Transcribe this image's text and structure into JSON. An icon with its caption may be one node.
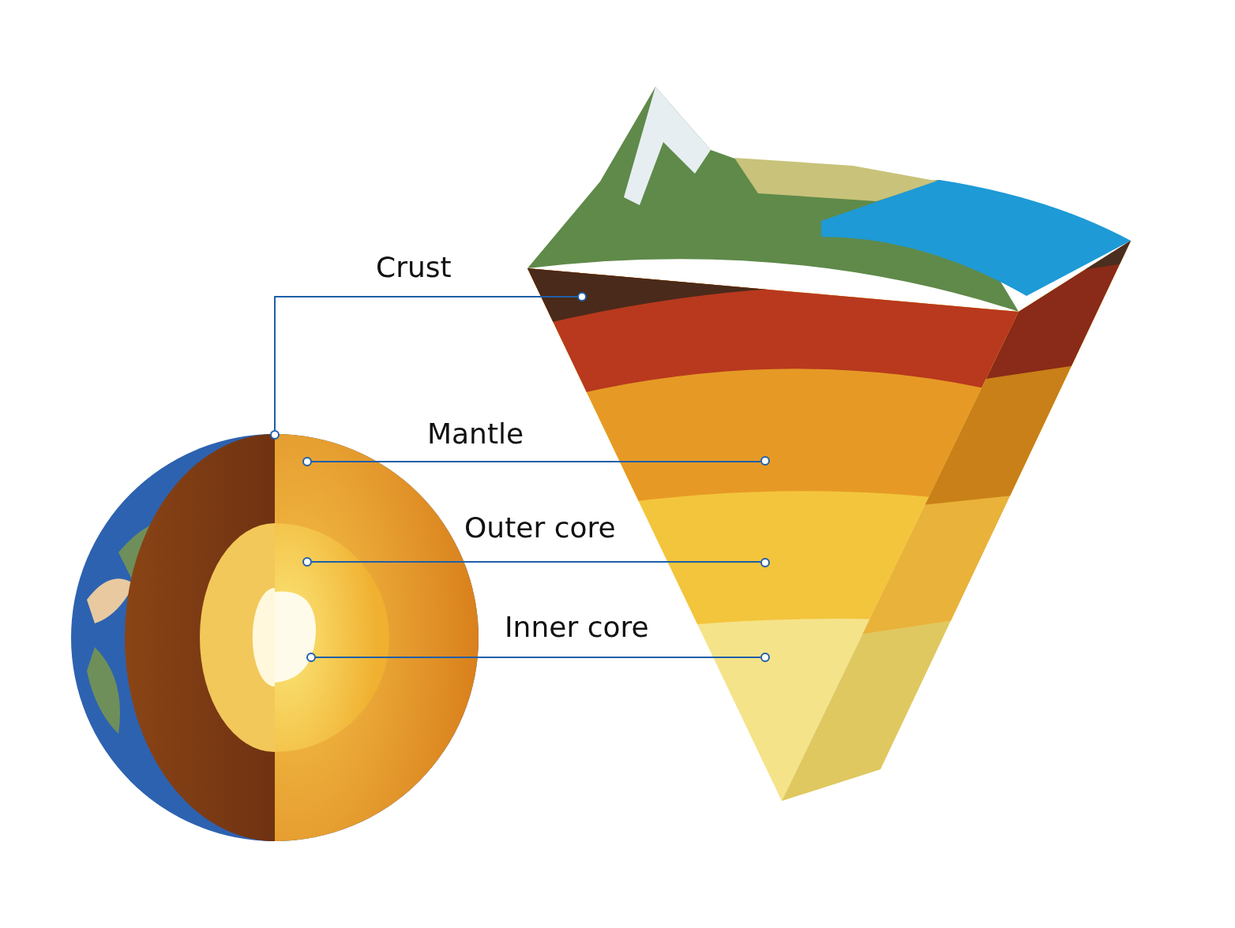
{
  "diagram": {
    "nodes": [
      {
        "text": [],
        "shape": "circle"
      },
      {
        "text": [],
        "shape": "circle"
      },
      {
        "text": [],
        "shape": "circle"
      },
      {
        "text": [],
        "shape": "circle"
      },
      {
        "text": [],
        "shape": "circle"
      },
      {
        "text": [],
        "shape": "circle"
      },
      {
        "text": [],
        "shape": "circle"
      },
      {
        "text": [],
        "shape": "circle"
      }
    ],
    "edges": [
      {
        "from": 0,
        "to": 4,
        "arrow": "none",
        "label": "Crust"
      },
      {
        "from": 1,
        "to": 5,
        "arrow": "none",
        "label": "Mantle"
      },
      {
        "from": 2,
        "to": 6,
        "arrow": "none",
        "label": "Outer core"
      },
      {
        "from": 3,
        "to": 7,
        "arrow": "none",
        "label": "Inner core"
      }
    ]
  }
}
